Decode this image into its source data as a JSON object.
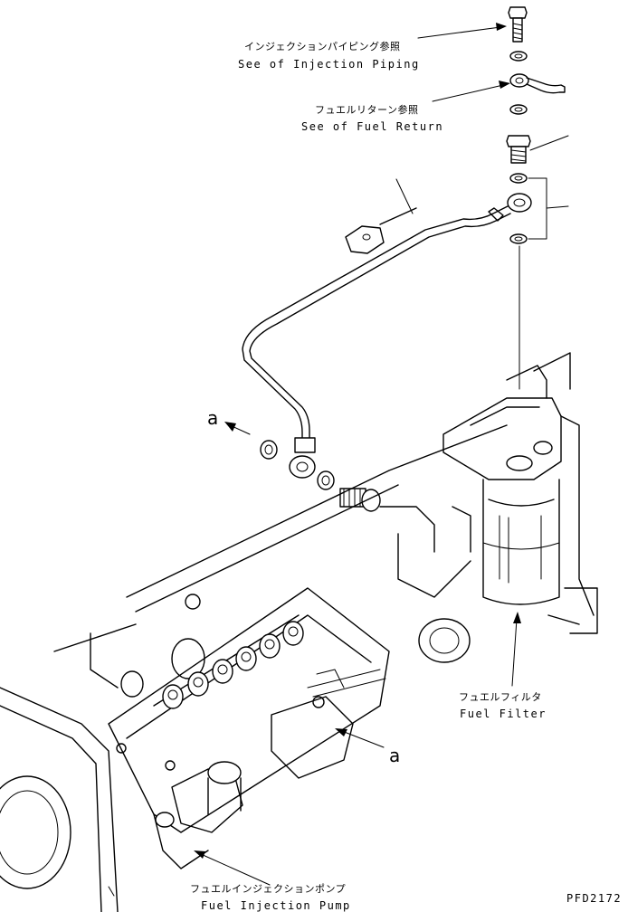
{
  "labels": {
    "injection_piping_jp": "インジェクションパイピング参照",
    "injection_piping_en": "See of Injection Piping",
    "fuel_return_jp": "フュエルリターン参照",
    "fuel_return_en": "See of Fuel Return",
    "fuel_filter_jp": "フュエルフィルタ",
    "fuel_filter_en": "Fuel Filter",
    "fuel_injection_pump_jp": "フュエルインジェクションポンプ",
    "fuel_injection_pump_en": "Fuel Injection Pump",
    "callout_a_upper": "a",
    "callout_a_lower": "a",
    "drawing_code": "PFD2172"
  }
}
